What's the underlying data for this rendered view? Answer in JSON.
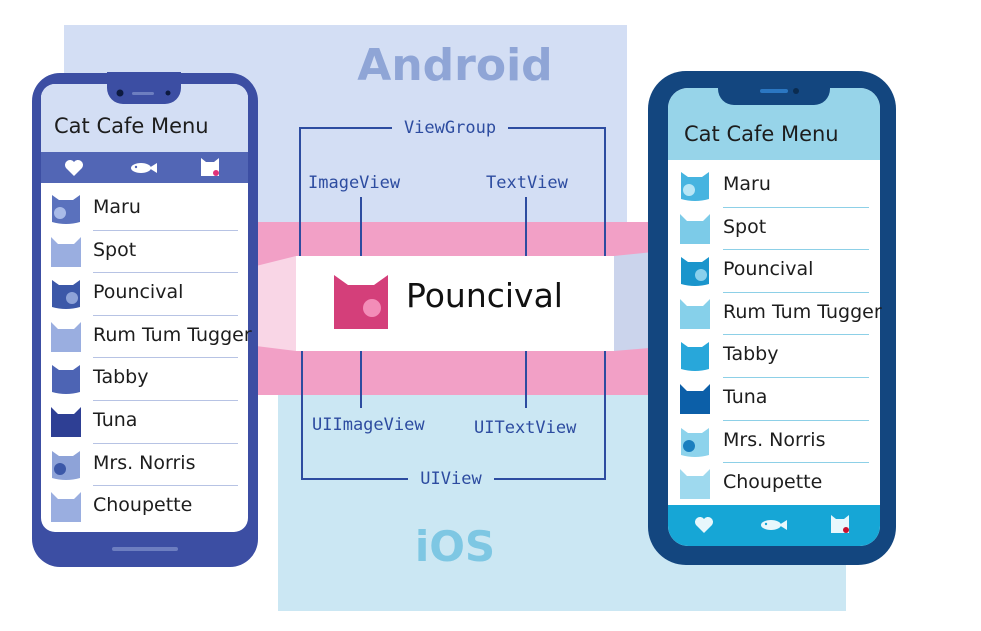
{
  "platforms": {
    "android": "Android",
    "ios": "iOS"
  },
  "mapping": {
    "container_android": "ViewGroup",
    "image_android": "ImageView",
    "text_android": "TextView",
    "container_ios": "UIView",
    "image_ios": "UIImageView",
    "text_ios": "UITextView"
  },
  "center_item": {
    "name": "Pouncival"
  },
  "android_app": {
    "title": "Cat Cafe Menu",
    "tabs": [
      "heart-icon",
      "fish-icon",
      "cat-icon"
    ],
    "items": [
      "Maru",
      "Spot",
      "Pouncival",
      "Rum Tum Tugger",
      "Tabby",
      "Tuna",
      "Mrs. Norris",
      "Choupette"
    ]
  },
  "ios_app": {
    "title": "Cat Cafe Menu",
    "tabs": [
      "heart-icon",
      "fish-icon",
      "cat-icon"
    ],
    "items": [
      "Maru",
      "Spot",
      "Pouncival",
      "Rum Tum Tugger",
      "Tabby",
      "Tuna",
      "Mrs. Norris",
      "Choupette"
    ]
  },
  "colors": {
    "android_frame": "#3c4ea3",
    "ios_frame": "#13467f",
    "highlight": "#d43f7a",
    "band": "#f2a0c6"
  }
}
